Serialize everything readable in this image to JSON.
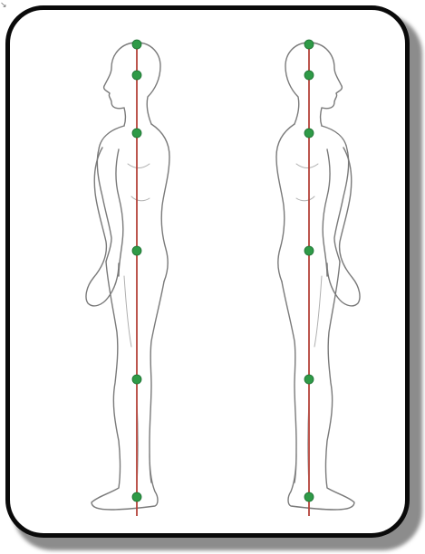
{
  "diagram": {
    "plumb_line_color": "#b5433a",
    "landmark_color": "#2f9a47",
    "frame_color": "#0a0a0a",
    "figures": [
      {
        "facing": "left",
        "landmarks": [
          "crown",
          "ear",
          "shoulder",
          "hip",
          "knee",
          "ankle"
        ]
      },
      {
        "facing": "right",
        "landmarks": [
          "crown",
          "ear",
          "shoulder",
          "hip",
          "knee",
          "ankle"
        ]
      }
    ]
  }
}
